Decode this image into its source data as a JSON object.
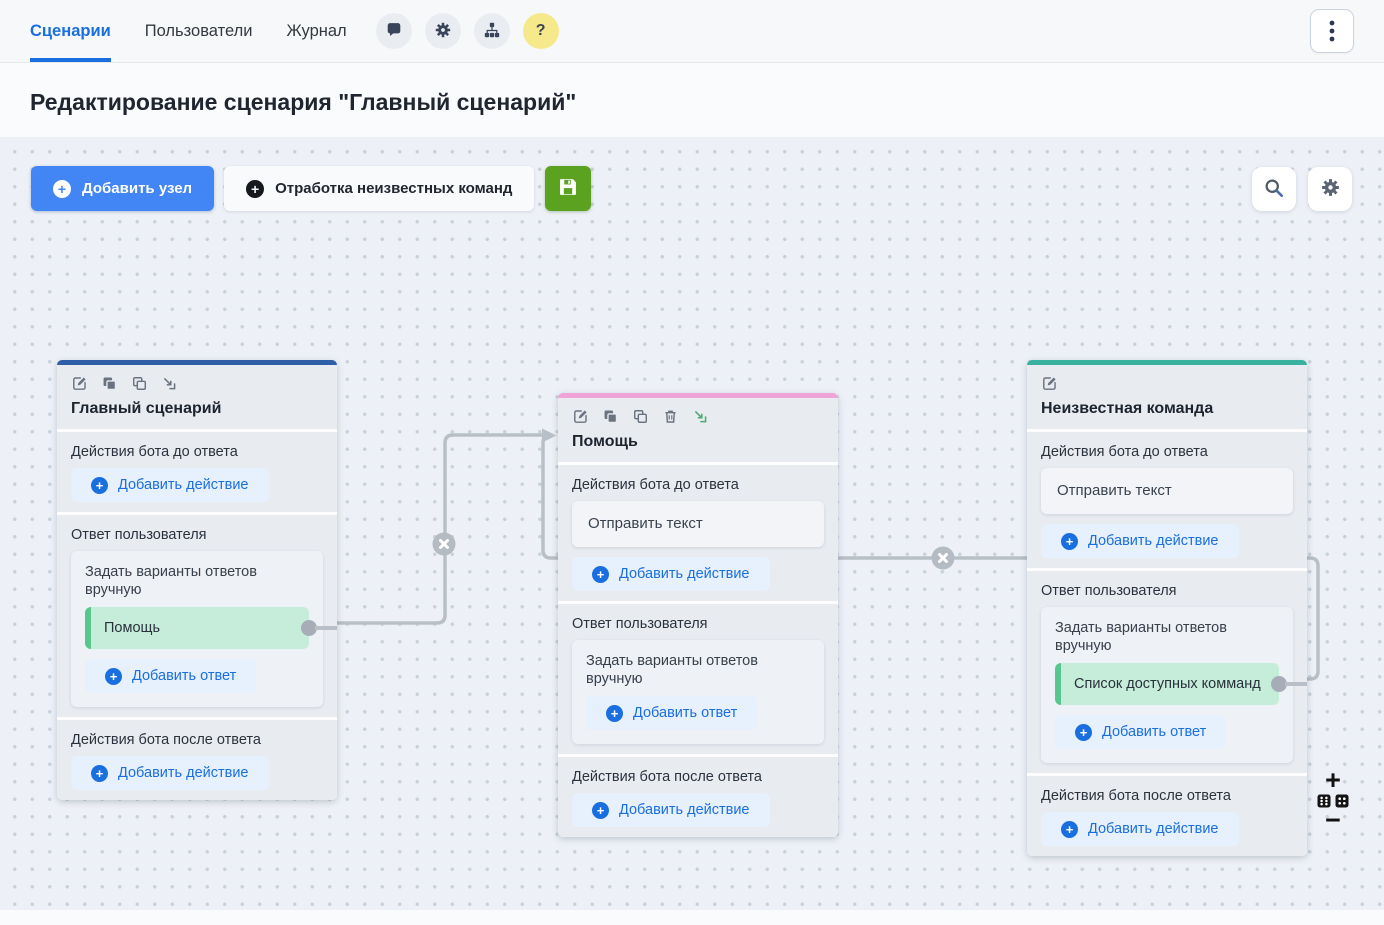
{
  "nav": {
    "tabs": [
      {
        "label": "Сценарии",
        "active": true
      },
      {
        "label": "Пользователи",
        "active": false
      },
      {
        "label": "Журнал",
        "active": false
      }
    ],
    "help_glyph": "?"
  },
  "page_title": "Редактирование сценария \"Главный сценарий\"",
  "toolbar": {
    "add_node_label": "Добавить узел",
    "unknown_commands_label": "Отработка неизвестных команд"
  },
  "shared": {
    "before_label": "Действия бота до ответа",
    "answer_label": "Ответ пользователя",
    "after_label": "Действия бота после ответа",
    "add_action_label": "Добавить действие",
    "add_answer_label": "Добавить ответ",
    "manual_label": "Задать варианты ответов вручную",
    "send_text_label": "Отправить текст"
  },
  "nodes": [
    {
      "title": "Главный сценарий",
      "accent": "#2e5ea7",
      "answer_chip": "Помощь"
    },
    {
      "title": "Помощь",
      "accent": "#f0a3d7",
      "action": "Отправить текст"
    },
    {
      "title": "Неизвестная команда",
      "accent": "#38b29e",
      "action": "Отправить текст",
      "answer_chip": "Список доступных комманд"
    }
  ],
  "colors": {
    "primary_blue": "#1a6fe0",
    "button_blue": "#4285f4",
    "save_green": "#5aa21f",
    "chip_green": "#c6edda",
    "connector_gray": "#b9bfc7",
    "help_yellow": "#f5e98b"
  },
  "zoom": {
    "zoom_in": "+",
    "zoom_out": "−"
  }
}
